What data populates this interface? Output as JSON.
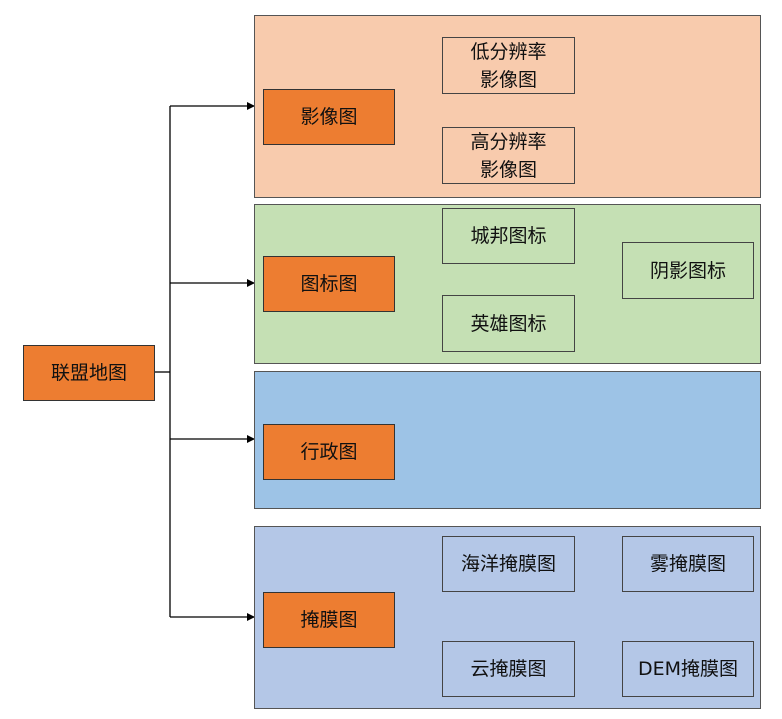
{
  "root": {
    "label": "联盟地图"
  },
  "colors": {
    "node": "#ED7D31",
    "panel_imagery": "#F8CBAD",
    "panel_icons": "#C5E0B4",
    "panel_admin": "#9DC3E6",
    "panel_mask": "#B4C7E7",
    "line": "#000000"
  },
  "categories": [
    {
      "label": "影像图",
      "items": [
        "低分辨率\n影像图",
        "高分辨率\n影像图"
      ]
    },
    {
      "label": "图标图",
      "items": [
        "城邦图标",
        "英雄图标",
        "阴影图标"
      ]
    },
    {
      "label": "行政图",
      "items": []
    },
    {
      "label": "掩膜图",
      "items": [
        "海洋掩膜图",
        "雾掩膜图",
        "云掩膜图",
        "DEM掩膜图"
      ]
    }
  ]
}
